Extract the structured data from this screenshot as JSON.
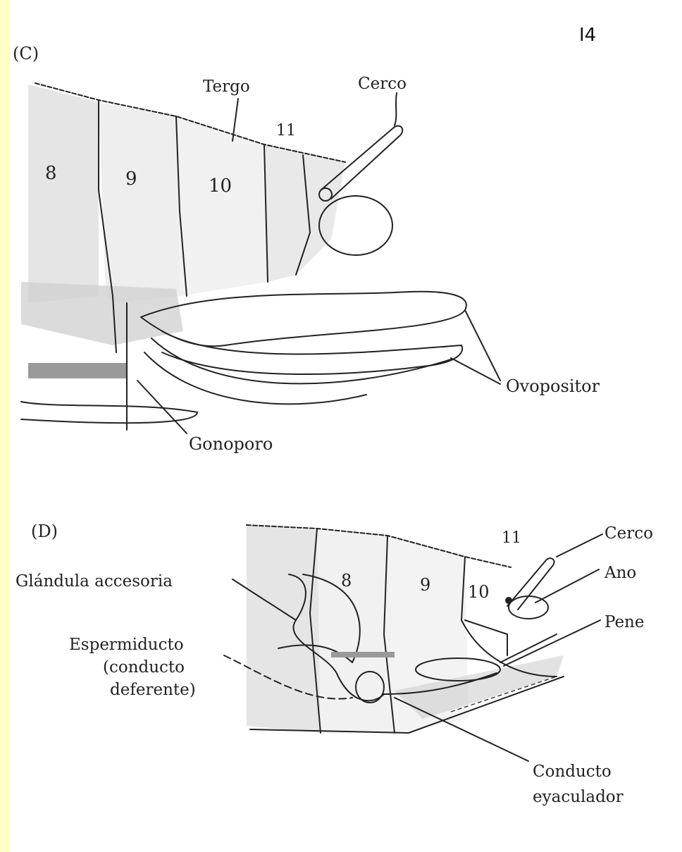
{
  "page_number": "I4",
  "figure_c": {
    "panel_label": "(C)",
    "segments": [
      "8",
      "9",
      "10",
      "11"
    ],
    "labels": {
      "tergo": "Tergo",
      "cerco": "Cerco",
      "ovopositor": "Ovopositor",
      "gonoporo": "Gonoporo"
    }
  },
  "figure_d": {
    "panel_label": "(D)",
    "segments": [
      "8",
      "9",
      "10",
      "11"
    ],
    "labels": {
      "cerco": "Cerco",
      "ano": "Ano",
      "pene": "Pene",
      "glandula": "Glándula accesoria",
      "espermiducto_1": "Espermiducto",
      "espermiducto_2": "(conducto",
      "espermiducto_3": "deferente)",
      "conducto_1": "Conducto",
      "conducto_2": "eyaculador"
    }
  }
}
